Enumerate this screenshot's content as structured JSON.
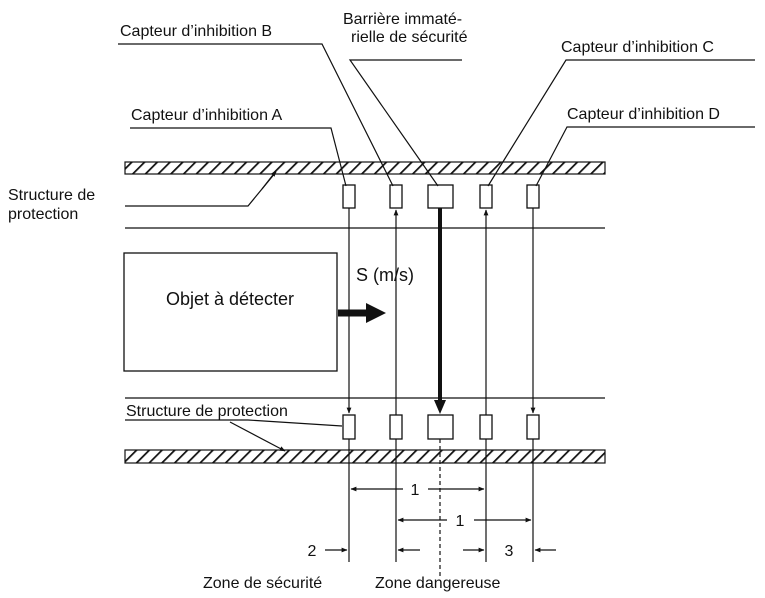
{
  "labels": {
    "sensor_b": "Capteur d’inhibition B",
    "curtain_line1": "Barrière immaté-",
    "curtain_line2": "rielle de sécurité",
    "sensor_c": "Capteur d’inhibition C",
    "sensor_a": "Capteur d’inhibition A",
    "sensor_d": "Capteur d’inhibition D",
    "structure_top_line1": "Structure de",
    "structure_top_line2": "protection",
    "speed": "S (m/s)",
    "object": "Objet à détecter",
    "structure_bottom": "Structure de protection",
    "dim_1_upper": "1",
    "dim_1_lower": "1",
    "dim_2": "2",
    "dim_3": "3",
    "zone_safe": "Zone de sécurité",
    "zone_danger": "Zone dangereuse"
  },
  "colors": {
    "stroke": "#111111",
    "background": "#ffffff"
  }
}
